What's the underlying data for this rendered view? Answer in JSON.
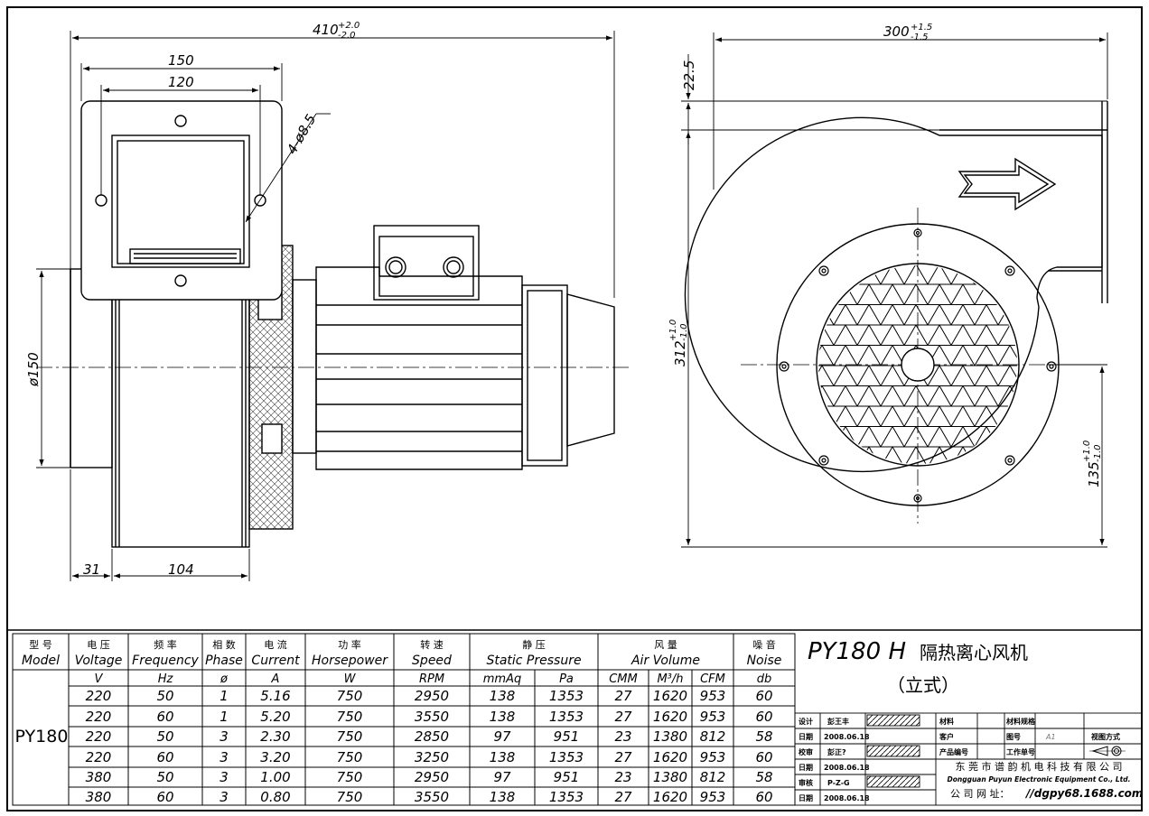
{
  "dimensions": {
    "overall_length": "410",
    "overall_length_tol_plus": "+2.0",
    "overall_length_tol_minus": "-2.0",
    "flange_width": "150",
    "flange_hole_spacing": "120",
    "holes": "4-ø8.5",
    "inlet_diameter": "ø150",
    "inlet_depth": "31",
    "wheel_width": "104",
    "side_width": "300",
    "side_width_tol_plus": "+1.5",
    "side_width_tol_minus": "-1.5",
    "outlet_offset": "22.5",
    "height": "312",
    "height_tol_plus": "+1.0",
    "height_tol_minus": "-1.0",
    "center_height": "135",
    "center_height_tol_plus": "+1.0",
    "center_height_tol_minus": "-1.0"
  },
  "spec_table": {
    "headers": [
      {
        "cn": "型 号",
        "en": "Model"
      },
      {
        "cn": "电 压",
        "en": "Voltage"
      },
      {
        "cn": "频  率",
        "en": "Frequency"
      },
      {
        "cn": "相 数",
        "en": "Phase"
      },
      {
        "cn": "电 流",
        "en": "Current"
      },
      {
        "cn": "功  率",
        "en": "Horsepower"
      },
      {
        "cn": "转  速",
        "en": "Speed"
      },
      {
        "cn": "静  压",
        "en": "Static  Pressure"
      },
      {
        "cn": "风  量",
        "en": "Air  Volume"
      },
      {
        "cn": "噪  音",
        "en": "Noise"
      }
    ],
    "units": [
      "V",
      "Hz",
      "ø",
      "A",
      "W",
      "RPM",
      "mmAq",
      "Pa",
      "CMM",
      "M³/h",
      "CFM",
      "db"
    ],
    "model": "PY180",
    "rows": [
      [
        "220",
        "50",
        "1",
        "5.16",
        "750",
        "2950",
        "138",
        "1353",
        "27",
        "1620",
        "953",
        "60"
      ],
      [
        "220",
        "60",
        "1",
        "5.20",
        "750",
        "3550",
        "138",
        "1353",
        "27",
        "1620",
        "953",
        "60"
      ],
      [
        "220",
        "50",
        "3",
        "2.30",
        "750",
        "2850",
        "97",
        "951",
        "23",
        "1380",
        "812",
        "58"
      ],
      [
        "220",
        "60",
        "3",
        "3.20",
        "750",
        "3250",
        "138",
        "1353",
        "27",
        "1620",
        "953",
        "60"
      ],
      [
        "380",
        "50",
        "3",
        "1.00",
        "750",
        "2950",
        "97",
        "951",
        "23",
        "1380",
        "812",
        "58"
      ],
      [
        "380",
        "60",
        "3",
        "0.80",
        "750",
        "3550",
        "138",
        "1353",
        "27",
        "1620",
        "953",
        "60"
      ]
    ]
  },
  "title_block": {
    "title_model": "PY180 H",
    "title_cn": "隔热离心风机",
    "subtitle": "（立式）",
    "rows": [
      {
        "label": "设计",
        "value": "彭王丰"
      },
      {
        "label": "日期",
        "value": "2008.06.18"
      },
      {
        "label": "校审",
        "value": "彭正?"
      },
      {
        "label": "日期",
        "value": "2008.06.18"
      },
      {
        "label": "审核",
        "value": "P-Z-G"
      },
      {
        "label": "日期",
        "value": "2008.06.18"
      }
    ],
    "cells": {
      "material": "材料",
      "customer": "客户",
      "product_no": "产品编号",
      "material_spec": "材料规格",
      "drawing_no": "图号",
      "drawing_no_val": "A1",
      "view": "视图方式",
      "work_no": "工作单号"
    },
    "company_cn": "东 莞 市 谱 韵 机 电 科 技 有 限 公 司",
    "company_en": "Dongguan Puyun Electronic Equipment Co., Ltd.",
    "website_label": "公 司 网 址：",
    "website": "//dgpy68.1688.com"
  }
}
